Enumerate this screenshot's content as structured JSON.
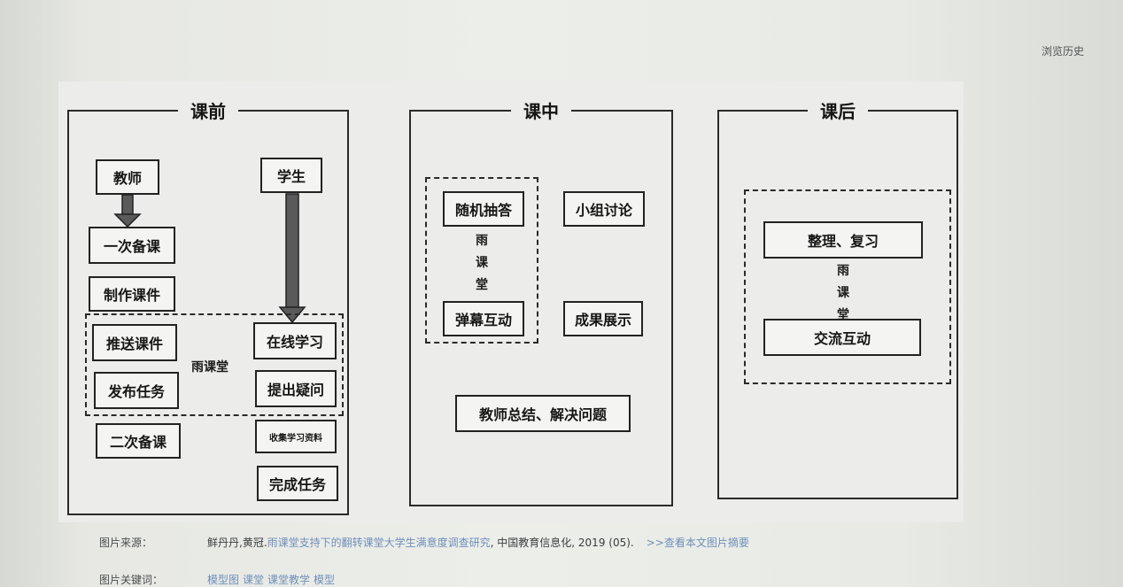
{
  "header": {
    "history_link": "浏览历史"
  },
  "figure": {
    "panels": [
      {
        "title": "课前",
        "teacher": "教师",
        "student": "学生",
        "teacher_steps": [
          "一次备课",
          "制作课件",
          "推送课件",
          "发布任务",
          "二次备课"
        ],
        "student_steps": [
          "在线学习",
          "提出疑问",
          "收集学习资料",
          "完成任务"
        ],
        "platform_label": "雨课堂"
      },
      {
        "title": "课中",
        "left_items": [
          "随机抽答",
          "弹幕互动"
        ],
        "right_items": [
          "小组讨论",
          "成果展示"
        ],
        "platform_label": [
          "雨",
          "课",
          "堂"
        ],
        "summary": "教师总结、解决问题"
      },
      {
        "title": "课后",
        "items": [
          "整理、复习",
          "交流互动"
        ],
        "platform_label": [
          "雨",
          "课",
          "堂"
        ]
      }
    ]
  },
  "caption": {
    "source_key": "图片来源：",
    "authors": "鲜丹丹,黄冠.",
    "paper_link": "雨课堂支持下的翻转课堂大学生满意度调查研究",
    "journal": ", 中国教育信息化, 2019 (05).",
    "more_link": ">>查看本文图片摘要",
    "keywords_key": "图片关键词：",
    "keywords": [
      "模型图",
      "课堂",
      "课堂教学",
      "模型"
    ]
  },
  "colors": {
    "link": "#6f8fb8",
    "line": "#222222"
  }
}
